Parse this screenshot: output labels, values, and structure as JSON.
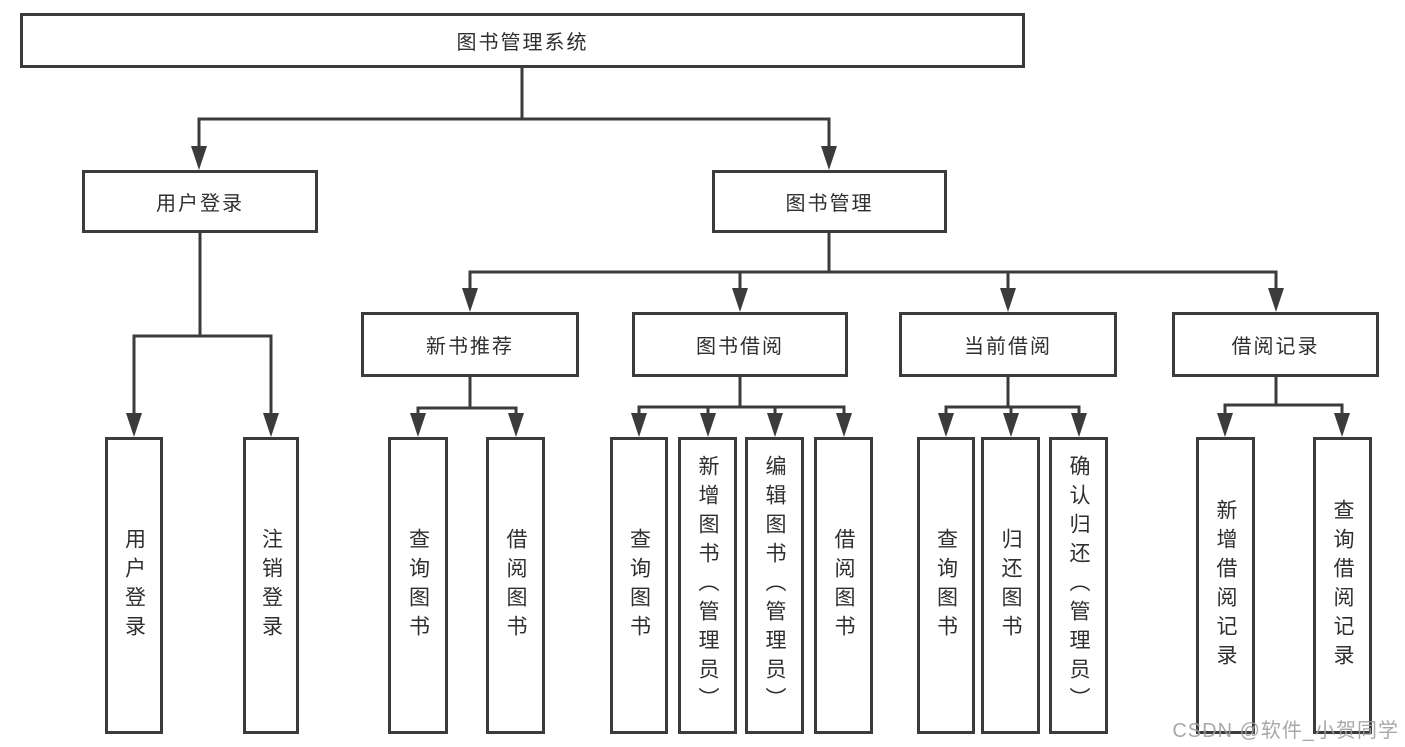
{
  "diagram": {
    "root_label": "图书管理系统",
    "level2": {
      "user_login": "用户登录",
      "book_mgmt": "图书管理"
    },
    "level3": {
      "new_book_rec": "新书推荐",
      "book_borrow": "图书借阅",
      "current_borrow": "当前借阅",
      "borrow_records": "借阅记录"
    },
    "leaves": {
      "user_login": [
        "用户登录",
        "注销登录"
      ],
      "new_book_rec": [
        "查询图书",
        "借阅图书"
      ],
      "book_borrow": [
        "查询图书",
        "新增图书（管理员）",
        "编辑图书（管理员）",
        "借阅图书"
      ],
      "current_borrow": [
        "查询图书",
        "归还图书",
        "确认归还（管理员）"
      ],
      "borrow_records": [
        "新增借阅记录",
        "查询借阅记录"
      ]
    },
    "watermark": "CSDN @软件_小贺同学",
    "colors": {
      "line": "#3b3b3b",
      "text": "#2f2f2f",
      "background": "#ffffff",
      "watermark": "#9e9e9e"
    }
  }
}
